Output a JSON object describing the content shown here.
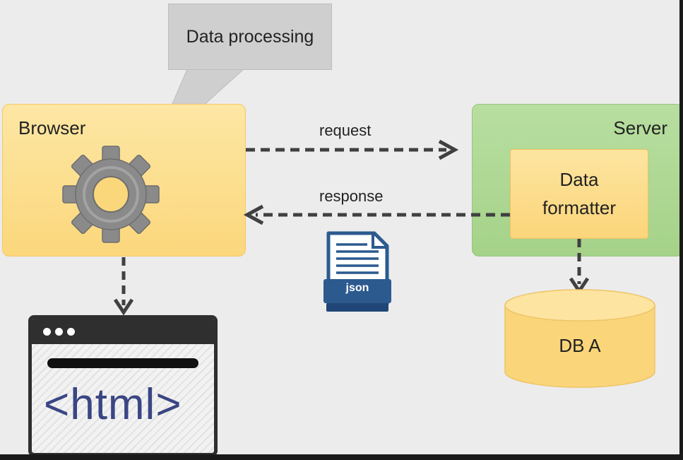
{
  "callout": {
    "text": "Data processing"
  },
  "browser": {
    "label": "Browser"
  },
  "server": {
    "label": "Server"
  },
  "formatter": {
    "line1": "Data",
    "line2": "formatter"
  },
  "arrows": {
    "request_label": "request",
    "response_label": "response"
  },
  "database": {
    "label": "DB A"
  },
  "document_icon": {
    "badge": "json"
  },
  "html_window": {
    "text": "<html>"
  },
  "colors": {
    "browser_fill": "#fbd77c",
    "server_fill": "#a5d289",
    "database_fill": "#fbd57a",
    "arrow": "#404040",
    "gear": "#8a8a8a",
    "json_icon": "#2c5a8f",
    "html_text": "#3a4684"
  },
  "icons": [
    "gear-icon",
    "json-document-icon",
    "database-icon",
    "browser-window-icon"
  ]
}
